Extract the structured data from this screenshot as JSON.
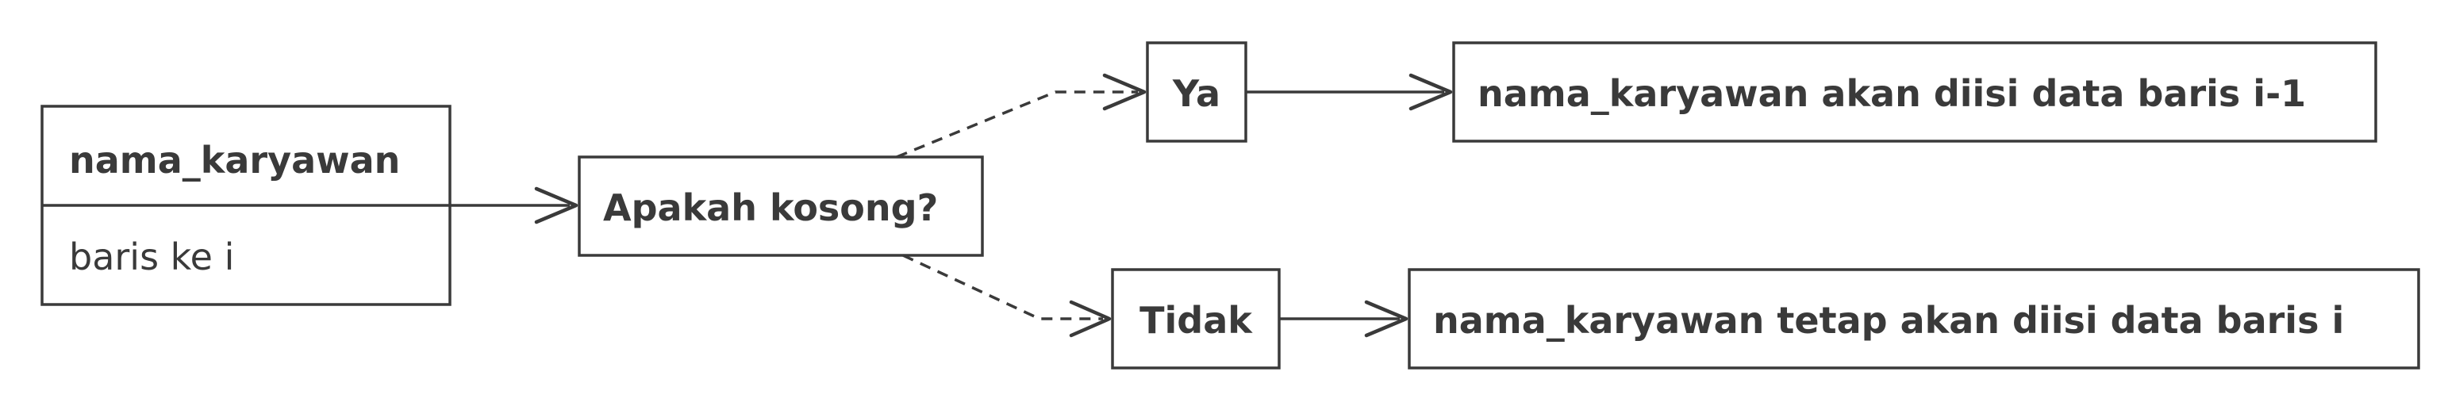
{
  "nodes": {
    "source": {
      "title": "nama_karyawan",
      "body": "baris ke i"
    },
    "question": "Apakah kosong?",
    "yes": "Ya",
    "no": "Tidak",
    "yes_result": "nama_karyawan akan diisi data baris i-1",
    "no_result": "nama_karyawan tetap akan diisi data baris i"
  },
  "edges": [
    {
      "from": "source",
      "to": "question",
      "style": "solid"
    },
    {
      "from": "question",
      "to": "yes",
      "style": "dashed"
    },
    {
      "from": "question",
      "to": "no",
      "style": "dashed"
    },
    {
      "from": "yes",
      "to": "yes_result",
      "style": "solid"
    },
    {
      "from": "no",
      "to": "no_result",
      "style": "solid"
    }
  ]
}
